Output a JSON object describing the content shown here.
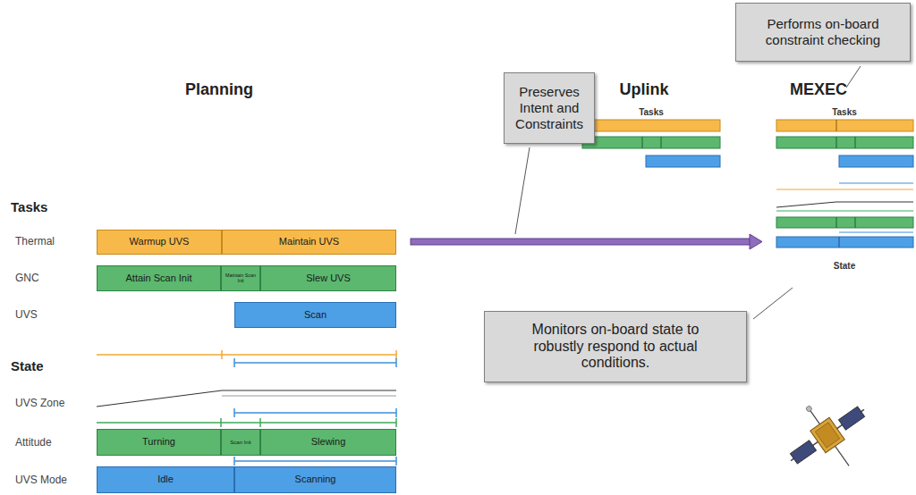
{
  "diagram": {
    "nodes": [
      {
        "text": [
          "Performs on-board constraint checking"
        ]
      },
      {
        "text": [
          "Preserves Intent and Constraints"
        ]
      },
      {
        "text": [
          "Warmup UVS"
        ]
      },
      {
        "text": [
          "Maintain UVS"
        ]
      },
      {
        "text": [
          "Attain Scan Init"
        ]
      },
      {
        "text": [
          "Maintain Scan Init"
        ]
      },
      {
        "text": [
          "Slew UVS"
        ]
      },
      {
        "text": [
          "Scan"
        ]
      },
      {
        "text": [
          "Monitors on-board state to robustly respond to actual conditions."
        ]
      },
      {
        "text": [
          "Turning"
        ]
      },
      {
        "text": [
          "Scan Init"
        ]
      },
      {
        "text": [
          "Slewing"
        ]
      },
      {
        "text": [
          "Idle"
        ]
      },
      {
        "text": [
          "Scanning"
        ]
      }
    ],
    "labels": [
      "Planning",
      "Uplink",
      "MEXEC",
      "Tasks",
      "Thermal",
      "GNC",
      "UVS",
      "State",
      "UVS Zone",
      "Attitude",
      "UVS Mode",
      "Tasks",
      "Tasks",
      "State"
    ]
  }
}
